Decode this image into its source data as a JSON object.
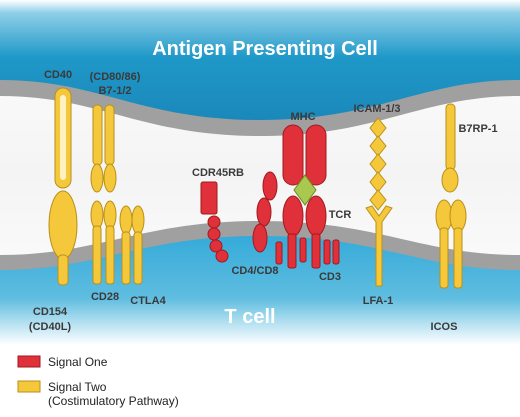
{
  "diagram": {
    "apc_title": "Antigen Presenting Cell",
    "tcell_title": "T cell",
    "labels": {
      "cd40": "CD40",
      "cd80_86": "(CD80/86)",
      "b7_12": "B7-1/2",
      "cdr45rb": "CDR45RB",
      "mhc": "MHC",
      "icam": "ICAM-1/3",
      "b7rp1": "B7RP-1",
      "tcr": "TCR",
      "cd4cd8": "CD4/CD8",
      "cd3": "CD3",
      "cd28": "CD28",
      "ctla4": "CTLA4",
      "lfa1": "LFA-1",
      "icos": "ICOS",
      "cd154": "CD154",
      "cd40l": "(CD40L)"
    }
  },
  "legend": {
    "signal_one": "Signal One",
    "signal_two": "Signal Two",
    "signal_two_sub": "(Costimulatory Pathway)"
  },
  "colors": {
    "signal_one": "#e0303a",
    "signal_two": "#f5c73a",
    "apc_blue": "#2aa0d0",
    "membrane": "#9a9a9a",
    "tcr_diamond": "#a8c850"
  }
}
